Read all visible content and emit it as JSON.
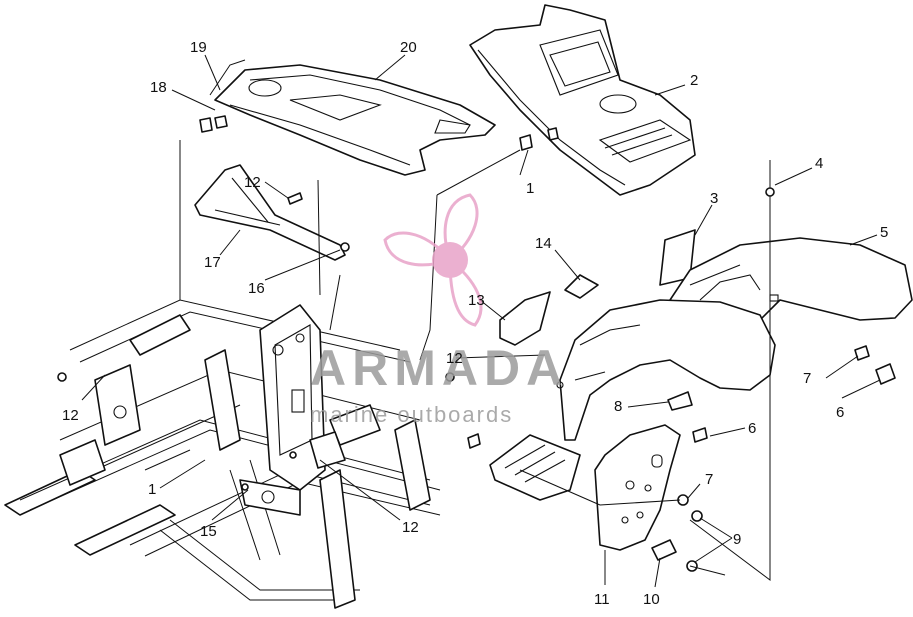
{
  "callouts": [
    {
      "id": "c1a",
      "text": "1"
    },
    {
      "id": "c1b",
      "text": "1"
    },
    {
      "id": "c2",
      "text": "2"
    },
    {
      "id": "c3",
      "text": "3"
    },
    {
      "id": "c4",
      "text": "4"
    },
    {
      "id": "c5",
      "text": "5"
    },
    {
      "id": "c6a",
      "text": "6"
    },
    {
      "id": "c6b",
      "text": "6"
    },
    {
      "id": "c7a",
      "text": "7"
    },
    {
      "id": "c7b",
      "text": "7"
    },
    {
      "id": "c8",
      "text": "8"
    },
    {
      "id": "c9",
      "text": "9"
    },
    {
      "id": "c10",
      "text": "10"
    },
    {
      "id": "c11",
      "text": "11"
    },
    {
      "id": "c12a",
      "text": "12"
    },
    {
      "id": "c12b",
      "text": "12"
    },
    {
      "id": "c12c",
      "text": "12"
    },
    {
      "id": "c12d",
      "text": "12"
    },
    {
      "id": "c13",
      "text": "13"
    },
    {
      "id": "c14",
      "text": "14"
    },
    {
      "id": "c15",
      "text": "15"
    },
    {
      "id": "c16",
      "text": "16"
    },
    {
      "id": "c17",
      "text": "17"
    },
    {
      "id": "c18",
      "text": "18"
    },
    {
      "id": "c19",
      "text": "19"
    },
    {
      "id": "c20",
      "text": "20"
    }
  ],
  "watermark": {
    "brand": "ARMADA",
    "tagline": "marine outboards",
    "logo_icon": "propeller-icon",
    "color": "#e8a3c8"
  }
}
